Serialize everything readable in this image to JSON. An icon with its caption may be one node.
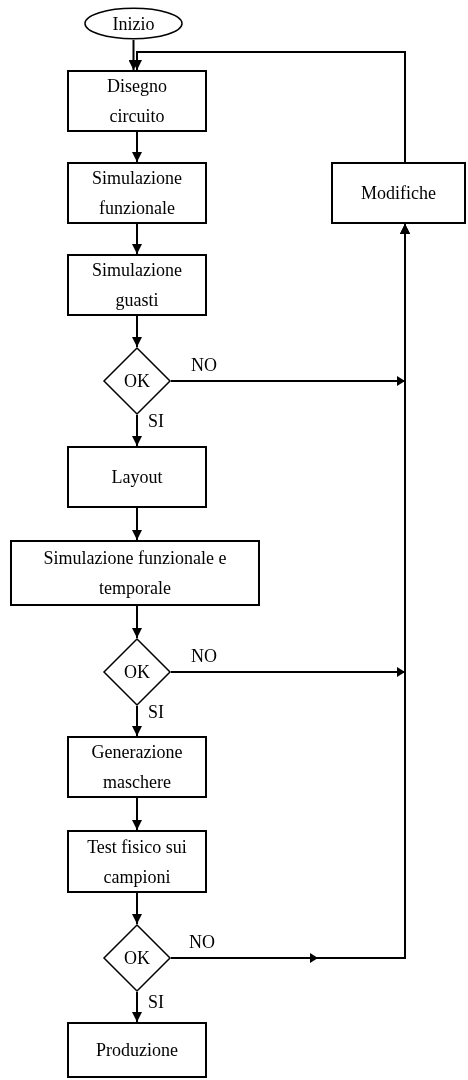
{
  "diagram": {
    "nodes": [
      {
        "text": [
          "Inizio"
        ]
      },
      {
        "text": [
          "Disegno circuito"
        ]
      },
      {
        "text": [
          "Modifiche"
        ]
      },
      {
        "text": [
          "Simulazione funzionale"
        ]
      },
      {
        "text": [
          "Simulazione guasti"
        ]
      },
      {
        "text": [
          "OK"
        ]
      },
      {
        "text": [
          "Layout"
        ]
      },
      {
        "text": [
          "Simulazione funzionale e temporale"
        ]
      },
      {
        "text": [
          "OK"
        ]
      },
      {
        "text": [
          "Generazione maschere"
        ]
      },
      {
        "text": [
          "Test fisico sui campioni"
        ]
      },
      {
        "text": [
          "OK"
        ]
      },
      {
        "text": [
          "Produzione"
        ]
      }
    ],
    "edges": [
      {
        "from": 0,
        "to": 1,
        "arrow": "to"
      },
      {
        "from": 1,
        "to": 3,
        "arrow": "to"
      },
      {
        "from": 3,
        "to": 4,
        "arrow": "to"
      },
      {
        "from": 4,
        "to": 5,
        "arrow": "to"
      },
      {
        "from": 5,
        "to": 6,
        "label": "SI",
        "arrow": "to"
      },
      {
        "from": 5,
        "to": 2,
        "label": "NO",
        "arrow": "to"
      },
      {
        "from": 6,
        "to": 7,
        "arrow": "to"
      },
      {
        "from": 7,
        "to": 8,
        "arrow": "to"
      },
      {
        "from": 8,
        "to": 9,
        "label": "SI",
        "arrow": "to"
      },
      {
        "from": 8,
        "to": 2,
        "label": "NO",
        "arrow": "to"
      },
      {
        "from": 9,
        "to": 10,
        "arrow": "to"
      },
      {
        "from": 10,
        "to": 11,
        "arrow": "to"
      },
      {
        "from": 11,
        "to": 12,
        "label": "SI",
        "arrow": "to"
      },
      {
        "from": 11,
        "to": 2,
        "label": "NO",
        "arrow": "to"
      },
      {
        "from": 2,
        "to": 1,
        "arrow": "to"
      }
    ]
  }
}
